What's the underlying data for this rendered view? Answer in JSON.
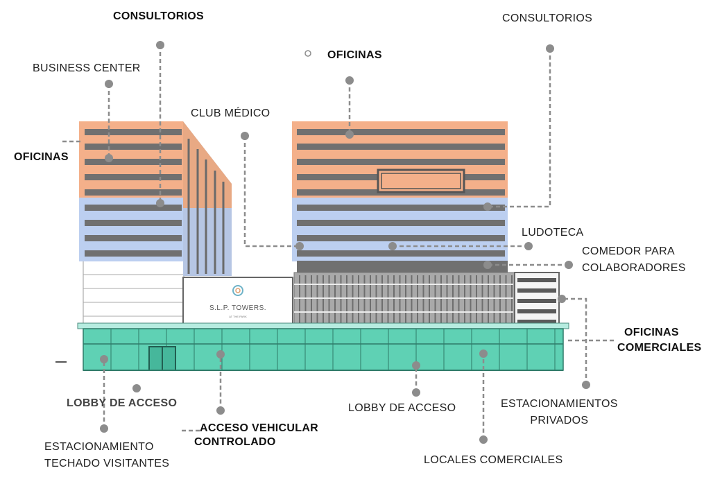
{
  "labels": {
    "consultorios_left": "CONSULTORIOS",
    "consultorios_right": "CONSULTORIOS",
    "business_center": "BUSINESS CENTER",
    "oficinas_top": "OFICINAS",
    "club_medico": "CLUB MÉDICO",
    "oficinas_left": "OFICINAS",
    "ludoteca": "LUDOTECA",
    "comedor_line1": "COMEDOR PARA",
    "comedor_line2": "COLABORADORES",
    "oficinas_comerciales_line1": "OFICINAS",
    "oficinas_comerciales_line2": "COMERCIALES",
    "lobby_acceso_left": "LOBBY DE ACCESO",
    "lobby_acceso_center": "LOBBY DE ACCESO",
    "estacionamientos_line1": "ESTACIONAMIENTOS",
    "estacionamientos_line2": "PRIVADOS",
    "acceso_line1": "ACCESO VEHICULAR",
    "acceso_line2": "CONTROLADO",
    "estac_visit_line1": "ESTACIONAMIENTO",
    "estac_visit_line2": "TECHADO VISITANTES",
    "locales": "LOCALES COMERCIALES"
  },
  "sign": {
    "name": "S.L.P. TOWERS.",
    "sub": "AT THE PARK"
  },
  "colors": {
    "office_orange": "#f4b08a",
    "clinic_blue": "#bccff0",
    "band_gray": "#707070",
    "parking_gray": "#a8a8a8",
    "commercial_teal": "#5fd1b4",
    "leader": "#8c8c8c"
  }
}
